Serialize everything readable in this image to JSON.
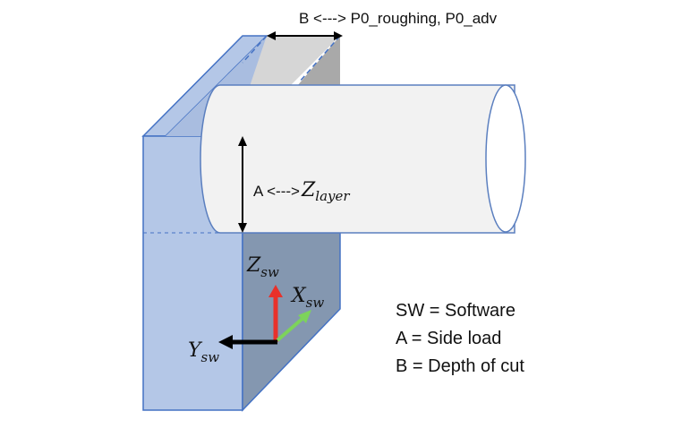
{
  "labels": {
    "b_dimension": "B <---> P0_roughing, P0_adv",
    "a_dimension_prefix": "A <--->",
    "a_dimension_symbol": "Z",
    "a_dimension_subscript": "layer"
  },
  "axes": {
    "z": {
      "symbol": "Z",
      "subscript": "sw",
      "color": "#e8312a"
    },
    "x": {
      "symbol": "X",
      "subscript": "sw",
      "color": "#7dd35b"
    },
    "y": {
      "symbol": "Y",
      "subscript": "sw",
      "color": "#000000"
    }
  },
  "legend": [
    {
      "text": "SW = Software"
    },
    {
      "text": "A = Side load"
    },
    {
      "text": "B = Depth of cut"
    }
  ],
  "colors": {
    "block_front": "#b4c7e7",
    "block_side": "#8497b0",
    "block_edge": "#4472c4",
    "slot": "#d6d6d6",
    "slot_dark": "#a9a9a9",
    "cylinder_fill": "#f2f2f2",
    "cylinder_edge": "#5b7fbf"
  }
}
